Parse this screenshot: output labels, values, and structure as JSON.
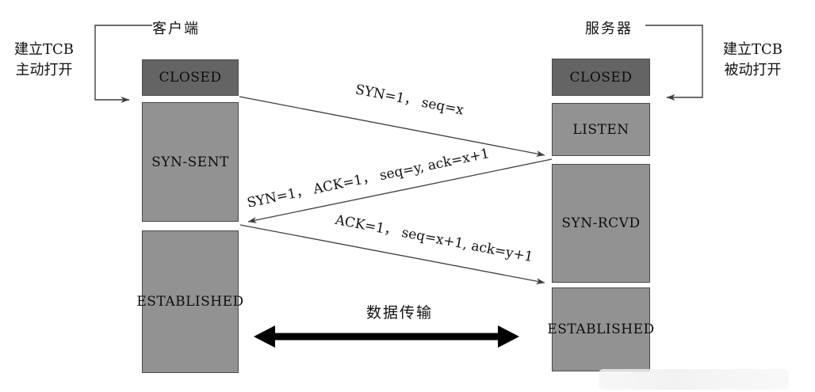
{
  "colors": {
    "closed_fill": "#646464",
    "state_fill": "#929292",
    "state_border": "#4a4a4a",
    "line": "#3f3f3f",
    "arrow_black": "#000000"
  },
  "client": {
    "title": "客户端",
    "note": [
      "建立TCB",
      "主动打开"
    ],
    "states": [
      "CLOSED",
      "SYN-SENT",
      "ESTABLISHED"
    ]
  },
  "server": {
    "title": "服务器",
    "note": [
      "建立TCB",
      "被动打开"
    ],
    "states": [
      "CLOSED",
      "LISTEN",
      "SYN-RCVD",
      "ESTABLISHED"
    ]
  },
  "messages": [
    "SYN=1， seq=x",
    "SYN=1， ACK=1， seq=y, ack=x+1",
    "ACK=1， seq=x+1, ack=y+1"
  ],
  "data_transfer": "数据传输"
}
